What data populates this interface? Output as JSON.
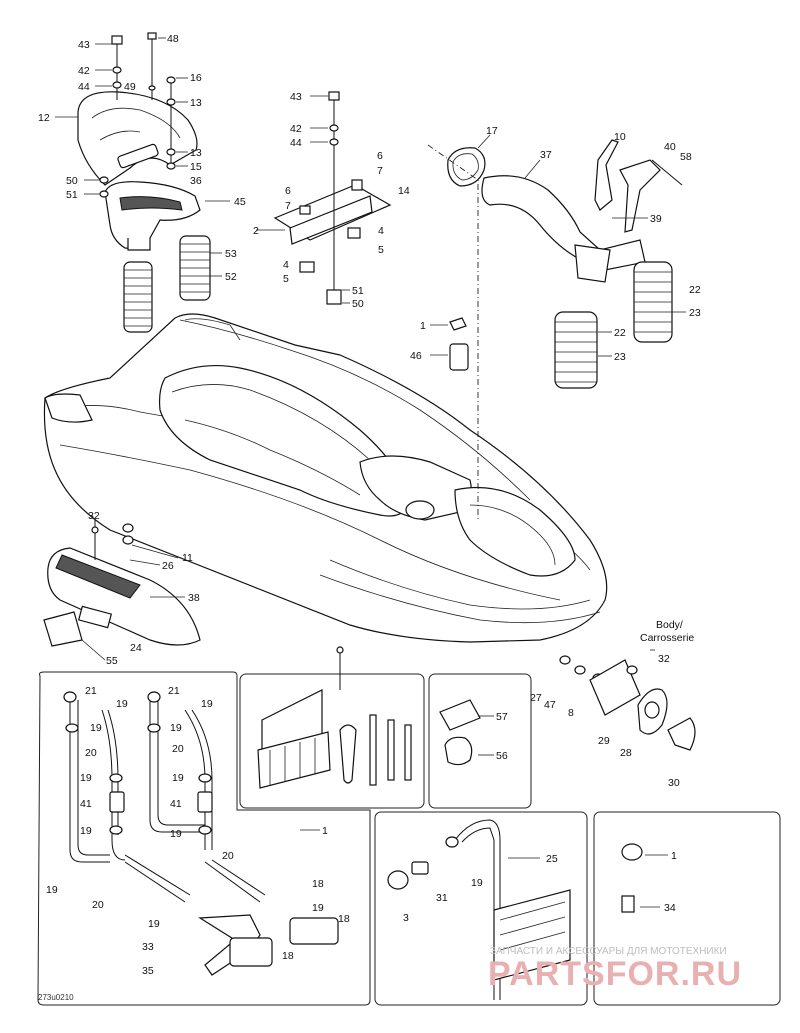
{
  "callouts": [
    {
      "id": "c43a",
      "text": "43"
    },
    {
      "id": "c48",
      "text": "48"
    },
    {
      "id": "c42a",
      "text": "42"
    },
    {
      "id": "c44a",
      "text": "44"
    },
    {
      "id": "c49",
      "text": "49"
    },
    {
      "id": "c16",
      "text": "16"
    },
    {
      "id": "c13a",
      "text": "13"
    },
    {
      "id": "c12",
      "text": "12"
    },
    {
      "id": "c13b",
      "text": "13"
    },
    {
      "id": "c15",
      "text": "15"
    },
    {
      "id": "c50a",
      "text": "50"
    },
    {
      "id": "c36",
      "text": "36"
    },
    {
      "id": "c51a",
      "text": "51"
    },
    {
      "id": "c45",
      "text": "45"
    },
    {
      "id": "c53",
      "text": "53"
    },
    {
      "id": "c52",
      "text": "52"
    },
    {
      "id": "c43b",
      "text": "43"
    },
    {
      "id": "c42b",
      "text": "42"
    },
    {
      "id": "c44b",
      "text": "44"
    },
    {
      "id": "c6a",
      "text": "6"
    },
    {
      "id": "c7a",
      "text": "7"
    },
    {
      "id": "c6b",
      "text": "6"
    },
    {
      "id": "c7b",
      "text": "7"
    },
    {
      "id": "c14",
      "text": "14"
    },
    {
      "id": "c2",
      "text": "2"
    },
    {
      "id": "c4a",
      "text": "4"
    },
    {
      "id": "c5a",
      "text": "5"
    },
    {
      "id": "c4b",
      "text": "4"
    },
    {
      "id": "c5b",
      "text": "5"
    },
    {
      "id": "c51b",
      "text": "51"
    },
    {
      "id": "c50b",
      "text": "50"
    },
    {
      "id": "c17",
      "text": "17"
    },
    {
      "id": "c37",
      "text": "37"
    },
    {
      "id": "c10",
      "text": "10"
    },
    {
      "id": "c40",
      "text": "40"
    },
    {
      "id": "c58",
      "text": "58"
    },
    {
      "id": "c39",
      "text": "39"
    },
    {
      "id": "c22a",
      "text": "22"
    },
    {
      "id": "c23a",
      "text": "23"
    },
    {
      "id": "c1a",
      "text": "1"
    },
    {
      "id": "c22b",
      "text": "22"
    },
    {
      "id": "c46",
      "text": "46"
    },
    {
      "id": "c23b",
      "text": "23"
    },
    {
      "id": "c32a",
      "text": "32"
    },
    {
      "id": "c11",
      "text": "11"
    },
    {
      "id": "c26",
      "text": "26"
    },
    {
      "id": "c38",
      "text": "38"
    },
    {
      "id": "c24",
      "text": "24"
    },
    {
      "id": "c55",
      "text": "55"
    },
    {
      "id": "c32b",
      "text": "32"
    },
    {
      "id": "c27",
      "text": "27"
    },
    {
      "id": "c47",
      "text": "47"
    },
    {
      "id": "c8",
      "text": "8"
    },
    {
      "id": "c29",
      "text": "29"
    },
    {
      "id": "c28",
      "text": "28"
    },
    {
      "id": "c30",
      "text": "30"
    },
    {
      "id": "c21a",
      "text": "21"
    },
    {
      "id": "c19a",
      "text": "19"
    },
    {
      "id": "c21b",
      "text": "21"
    },
    {
      "id": "c19b",
      "text": "19"
    },
    {
      "id": "c19c",
      "text": "19"
    },
    {
      "id": "c19d",
      "text": "19"
    },
    {
      "id": "c20a",
      "text": "20"
    },
    {
      "id": "c20b",
      "text": "20"
    },
    {
      "id": "c19e",
      "text": "19"
    },
    {
      "id": "c19f",
      "text": "19"
    },
    {
      "id": "c41a",
      "text": "41"
    },
    {
      "id": "c41b",
      "text": "41"
    },
    {
      "id": "c19g",
      "text": "19"
    },
    {
      "id": "c19h",
      "text": "19"
    },
    {
      "id": "c20c",
      "text": "20"
    },
    {
      "id": "c19i",
      "text": "19"
    },
    {
      "id": "c20d",
      "text": "20"
    },
    {
      "id": "c19j",
      "text": "19"
    },
    {
      "id": "c18a",
      "text": "18"
    },
    {
      "id": "c19k",
      "text": "19"
    },
    {
      "id": "c18b",
      "text": "18"
    },
    {
      "id": "c33",
      "text": "33"
    },
    {
      "id": "c18c",
      "text": "18"
    },
    {
      "id": "c35",
      "text": "35"
    },
    {
      "id": "c57",
      "text": "57"
    },
    {
      "id": "c56",
      "text": "56"
    },
    {
      "id": "c1b",
      "text": "1"
    },
    {
      "id": "c25",
      "text": "25"
    },
    {
      "id": "c19l",
      "text": "19"
    },
    {
      "id": "c31",
      "text": "31"
    },
    {
      "id": "c3",
      "text": "3"
    },
    {
      "id": "c1c",
      "text": "1"
    },
    {
      "id": "c34",
      "text": "34"
    }
  ],
  "body_label": {
    "line1": "Body/",
    "line2": "Carrosserie"
  },
  "drawing_code": "273u0210",
  "watermark": {
    "line1": "ЗАПЧАСТИ И АКСЕССУАРЫ ДЛЯ МОТОТЕХНИКИ",
    "line2": "PARTSFOR.RU"
  },
  "colors": {
    "ink": "#111111",
    "watermark_red": "#e8b0b0",
    "watermark_gray": "#bdbdbd"
  }
}
